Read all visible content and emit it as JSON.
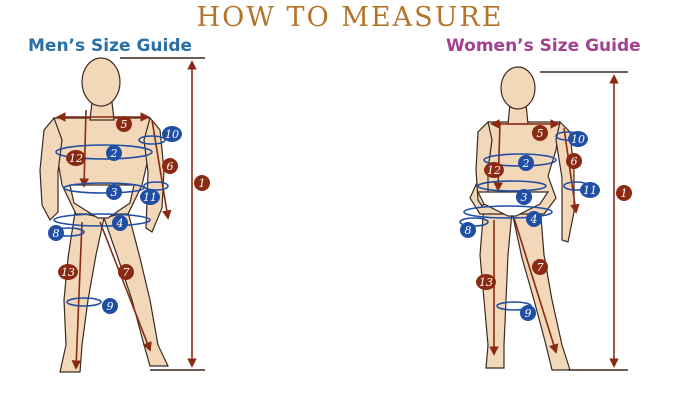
{
  "title": "HOW TO MEASURE",
  "men": {
    "heading": "Men’s Size Guide"
  },
  "women": {
    "heading": "Women’s Size Guide"
  },
  "colors": {
    "title": "#b4742a",
    "men_heading": "#2a6fa6",
    "women_heading": "#a2418f",
    "length_lines": "#8b2a12",
    "circumference_lines": "#1f4ea3",
    "skin": "#f3d7b9",
    "outline": "#3b2a20"
  },
  "markers": [
    {
      "num": "1",
      "type": "length"
    },
    {
      "num": "2",
      "type": "circumference"
    },
    {
      "num": "3",
      "type": "circumference"
    },
    {
      "num": "4",
      "type": "circumference"
    },
    {
      "num": "5",
      "type": "length"
    },
    {
      "num": "6",
      "type": "length"
    },
    {
      "num": "7",
      "type": "length"
    },
    {
      "num": "8",
      "type": "circumference"
    },
    {
      "num": "9",
      "type": "circumference"
    },
    {
      "num": "10",
      "type": "circumference"
    },
    {
      "num": "11",
      "type": "circumference"
    },
    {
      "num": "12",
      "type": "length"
    },
    {
      "num": "13",
      "type": "length"
    }
  ]
}
